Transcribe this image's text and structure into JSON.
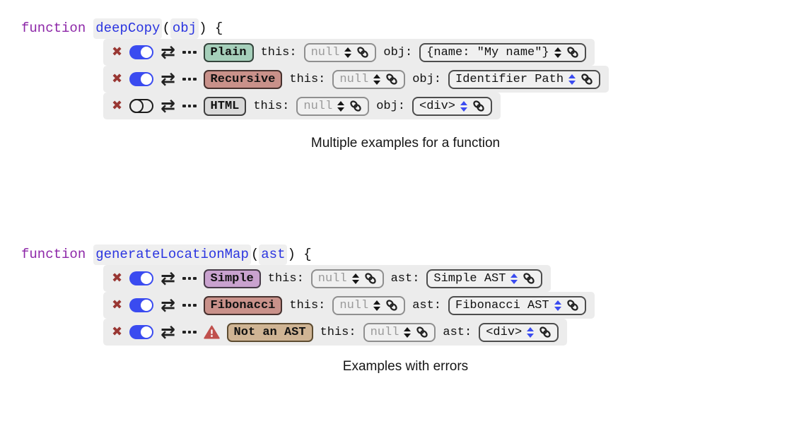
{
  "colors": {
    "panel": "#ececec",
    "code_keyword": "#8d27a8",
    "code_blue": "#2b35e0",
    "accent_blue": "#3a4bf0",
    "x_red": "#993733",
    "warning_red": "#c0504d",
    "icon_dark": "#222222",
    "muted_text": "#9a9a9a",
    "box_border": "#4d4d4d",
    "box_border_muted": "#8f8f8f",
    "highlight": "#efefef"
  },
  "icons": {
    "delete_glyph": "✖",
    "swap_glyph": "⇄",
    "warning_glyph": "!"
  },
  "sections": [
    {
      "code": {
        "keyword": "function",
        "name": "deepCopy",
        "paren_open": "(",
        "param": "obj",
        "close": ") {"
      },
      "caption": "Multiple examples for a function",
      "examples": [
        {
          "badge": {
            "label": "Plain",
            "bg": "#a5cfba",
            "border": "#34443c"
          },
          "toggle": "on",
          "args": [
            {
              "label": "this:",
              "value": "null",
              "variant": "muted",
              "stepper": "black"
            },
            {
              "label": "obj:",
              "value": "{name: \"My name\"}",
              "variant": "filled",
              "stepper": "black"
            }
          ]
        },
        {
          "badge": {
            "label": "Recursive",
            "bg": "#c9918a",
            "border": "#46312e"
          },
          "toggle": "on",
          "args": [
            {
              "label": "this:",
              "value": "null",
              "variant": "muted",
              "stepper": "black"
            },
            {
              "label": "obj:",
              "value": "Identifier Path",
              "variant": "filled",
              "stepper": "blue"
            }
          ]
        },
        {
          "badge": {
            "label": "HTML",
            "bg": "#d9d9d9",
            "border": "#3f3f3f"
          },
          "toggle": "off",
          "args": [
            {
              "label": "this:",
              "value": "null",
              "variant": "muted",
              "stepper": "black"
            },
            {
              "label": "obj:",
              "value": "<div>",
              "variant": "filled",
              "stepper": "blue"
            }
          ]
        }
      ]
    },
    {
      "code": {
        "keyword": "function",
        "name": "generateLocationMap",
        "paren_open": "(",
        "param": "ast",
        "close": ") {"
      },
      "caption": "Examples with errors",
      "examples": [
        {
          "badge": {
            "label": "Simple",
            "bg": "#c9a2cf",
            "border": "#463a48"
          },
          "toggle": "on",
          "args": [
            {
              "label": "this:",
              "value": "null",
              "variant": "muted",
              "stepper": "black"
            },
            {
              "label": "ast:",
              "value": "Simple AST",
              "variant": "filled",
              "stepper": "blue"
            }
          ]
        },
        {
          "badge": {
            "label": "Fibonacci",
            "bg": "#c9918a",
            "border": "#46312e"
          },
          "toggle": "on",
          "args": [
            {
              "label": "this:",
              "value": "null",
              "variant": "muted",
              "stepper": "black"
            },
            {
              "label": "ast:",
              "value": "Fibonacci AST",
              "variant": "filled",
              "stepper": "blue"
            }
          ]
        },
        {
          "badge": {
            "label": "Not an AST",
            "bg": "#cfb494",
            "border": "#5d4c31"
          },
          "toggle": "on",
          "has_warning": true,
          "args": [
            {
              "label": "this:",
              "value": "null",
              "variant": "muted",
              "stepper": "black"
            },
            {
              "label": "ast:",
              "value": "<div>",
              "variant": "filled",
              "stepper": "blue"
            }
          ]
        }
      ]
    }
  ]
}
